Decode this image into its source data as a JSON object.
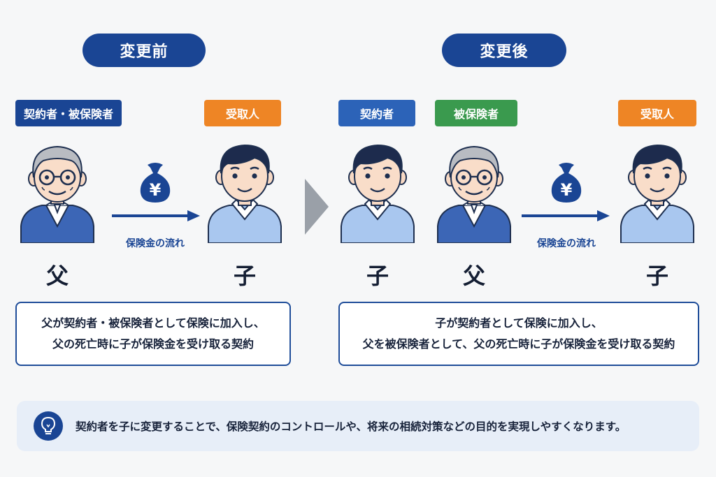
{
  "before": {
    "header": "変更前",
    "left_tag": "契約者・被保険者",
    "right_tag": "受取人",
    "left_person": "父",
    "right_person": "子",
    "money_symbol": "¥",
    "flow_label": "保険金の流れ",
    "description": [
      "父が契約者・被保険者として保険に加入し、",
      "父の死亡時に子が保険金を受け取る契約"
    ]
  },
  "after": {
    "header": "変更後",
    "tag_contractor": "契約者",
    "tag_insured": "被保険者",
    "tag_beneficiary": "受取人",
    "person_contractor": "子",
    "person_insured": "父",
    "person_beneficiary": "子",
    "money_symbol": "¥",
    "flow_label": "保険金の流れ",
    "description": [
      "子が契約者として保険に加入し、",
      "父を被保険者として、父の死亡時に子が保険金を受け取る契約"
    ]
  },
  "tip": {
    "icon": "lightbulb-icon",
    "text": "契約者を子に変更することで、保険契約のコントロールや、将来の相続対策などの目的を実現しやすくなります。"
  },
  "colors": {
    "navy": "#1a4594",
    "blue_tag": "#2c63b8",
    "green_tag": "#3a9a4e",
    "orange_tag": "#ee8525"
  }
}
